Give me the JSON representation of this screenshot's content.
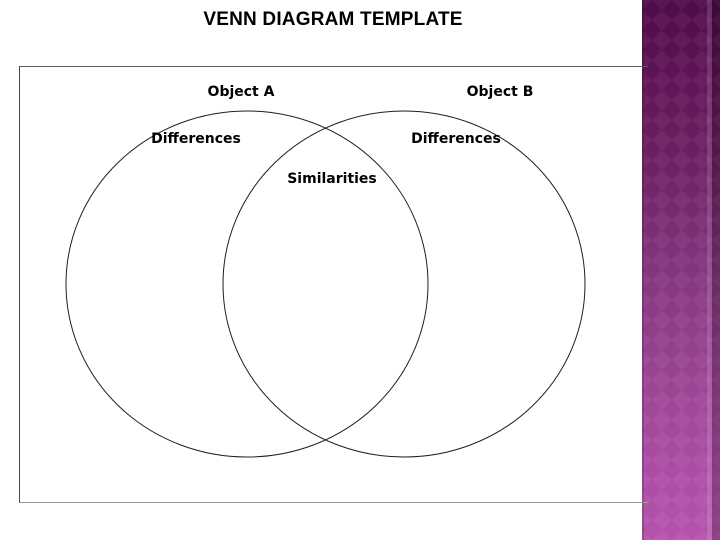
{
  "slide": {
    "title": "VENN DIAGRAM TEMPLATE"
  },
  "diagram": {
    "type": "venn",
    "sets": [
      {
        "name": "Object A",
        "region_label": "Differences"
      },
      {
        "name": "Object B",
        "region_label": "Differences"
      }
    ],
    "intersection_label": "Similarities"
  },
  "colors": {
    "sidebar_top": "#4f0c49",
    "sidebar_mid": "#8e3c85",
    "sidebar_bottom": "#b552ac",
    "frame_border": "#5a5a5a",
    "ellipse_stroke": "#1f1f1f",
    "text": "#000000",
    "background": "#ffffff"
  }
}
